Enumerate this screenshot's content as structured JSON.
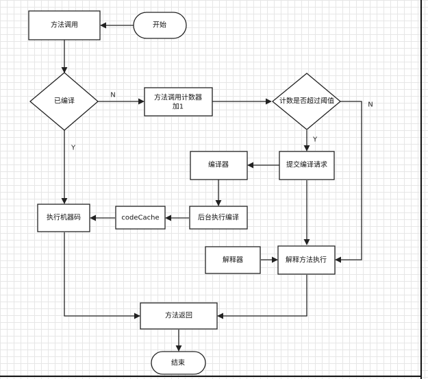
{
  "nodes": {
    "method_call": "方法调用",
    "start": "开始",
    "compiled_check": "已编译",
    "counter_line1": "方法调用计数器",
    "counter_line2": "加1",
    "threshold_check": "计数是否超过阈值",
    "compiler": "编译器",
    "submit_compile": "提交编译请求",
    "exec_machine_code": "执行机器码",
    "code_cache": "codeCache",
    "background_compile": "后台执行编译",
    "interpreter": "解释器",
    "interpret_exec": "解释方法执行",
    "method_return": "方法返回",
    "end": "结束"
  },
  "edges": {
    "n_label_1": "N",
    "n_label_2": "N",
    "y_label_1": "Y",
    "y_label_2": "Y"
  },
  "colors": {
    "stroke": "#222222",
    "fill": "#ffffff",
    "grid": "#e6e6e6"
  }
}
